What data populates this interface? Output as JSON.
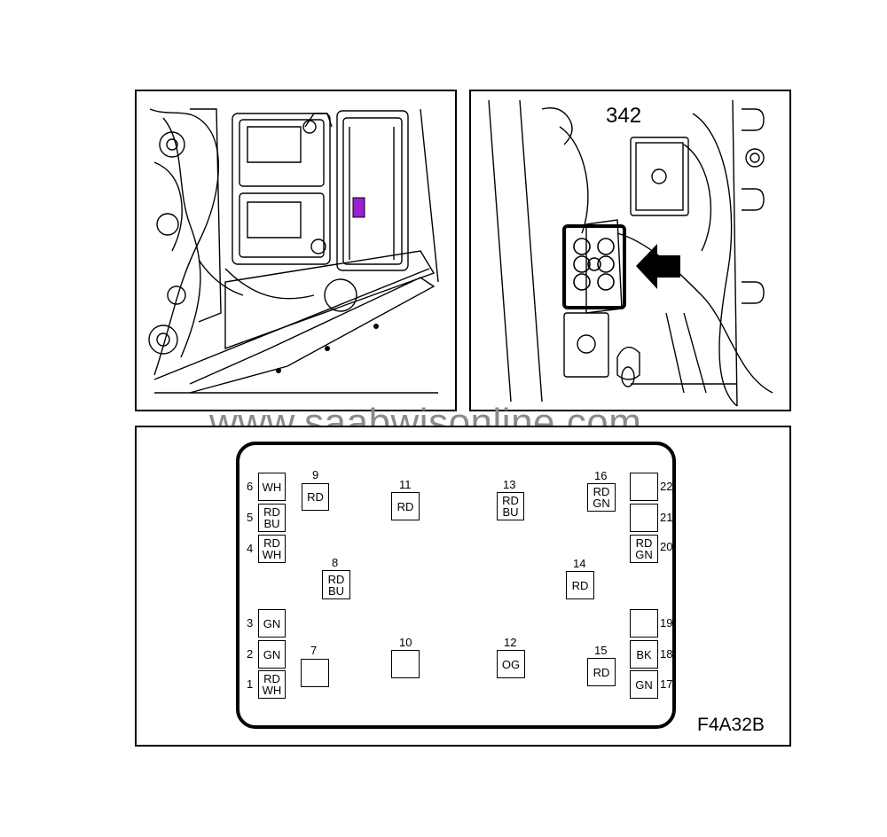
{
  "watermark": "www.saabwisonline.com",
  "callout": "342",
  "figure_code": "F4A32B",
  "connector": {
    "pins": [
      {
        "num": "6",
        "color": "WH"
      },
      {
        "num": "5",
        "color": "RD\nBU"
      },
      {
        "num": "4",
        "color": "RD\nWH"
      },
      {
        "num": "3",
        "color": "GN"
      },
      {
        "num": "2",
        "color": "GN"
      },
      {
        "num": "1",
        "color": "RD\nWH"
      },
      {
        "num": "9",
        "color": "RD"
      },
      {
        "num": "8",
        "color": "RD\nBU"
      },
      {
        "num": "7",
        "color": ""
      },
      {
        "num": "11",
        "color": "RD"
      },
      {
        "num": "10",
        "color": ""
      },
      {
        "num": "13",
        "color": "RD\nBU"
      },
      {
        "num": "12",
        "color": "OG"
      },
      {
        "num": "16",
        "color": "RD\nGN"
      },
      {
        "num": "14",
        "color": "RD"
      },
      {
        "num": "15",
        "color": "RD"
      },
      {
        "num": "22",
        "color": ""
      },
      {
        "num": "21",
        "color": ""
      },
      {
        "num": "20",
        "color": "RD\nGN"
      },
      {
        "num": "19",
        "color": ""
      },
      {
        "num": "18",
        "color": "BK"
      },
      {
        "num": "17",
        "color": "GN"
      }
    ]
  }
}
